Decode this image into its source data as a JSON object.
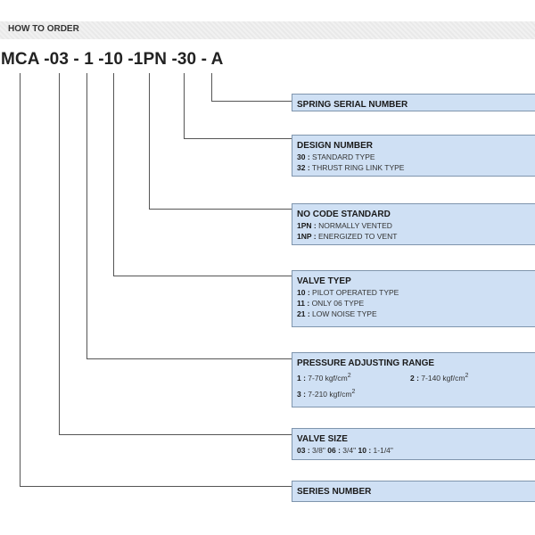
{
  "header": {
    "title": "HOW TO ORDER"
  },
  "model_code": "MCA -03 - 1 -10 -1PN -30 - A",
  "boxes": {
    "spring": {
      "title": "SPRING SERIAL NUMBER"
    },
    "design": {
      "title": "DESIGN NUMBER",
      "options": [
        {
          "code": "30 :",
          "text": "STANDARD TYPE"
        },
        {
          "code": "32 :",
          "text": "THRUST RING LINK TYPE"
        }
      ]
    },
    "nocode": {
      "title": "NO CODE STANDARD",
      "options": [
        {
          "code": "1PN :",
          "text": "NORMALLY VENTED"
        },
        {
          "code": "1NP :",
          "text": "ENERGIZED TO VENT"
        }
      ]
    },
    "valve_type": {
      "title": "VALVE TYEP",
      "options": [
        {
          "code": "10 :",
          "text": "PILOT OPERATED TYPE"
        },
        {
          "code": "11 :",
          "text": "ONLY 06 TYPE"
        },
        {
          "code": "21 :",
          "text": "LOW NOISE TYPE"
        }
      ]
    },
    "pressure": {
      "title": "PRESSURE ADJUSTING RANGE",
      "options": [
        {
          "code": "1 :",
          "text": "7-70 kgf/cm",
          "sup": "2"
        },
        {
          "code": "2 :",
          "text": "7-140 kgf/cm",
          "sup": "2"
        },
        {
          "code": "3 :",
          "text": "7-210 kgf/cm",
          "sup": "2"
        }
      ]
    },
    "size": {
      "title": "VALVE SIZE",
      "options": [
        {
          "code": "03 :",
          "text": "3/8\""
        },
        {
          "code": "06 :",
          "text": "3/4\""
        },
        {
          "code": "10 :",
          "text": "1-1/4\""
        }
      ]
    },
    "series": {
      "title": "SERIES NUMBER"
    }
  },
  "colors": {
    "box_fill": "#cfe0f4",
    "box_border": "#7f95ad",
    "leader": "#555555"
  }
}
